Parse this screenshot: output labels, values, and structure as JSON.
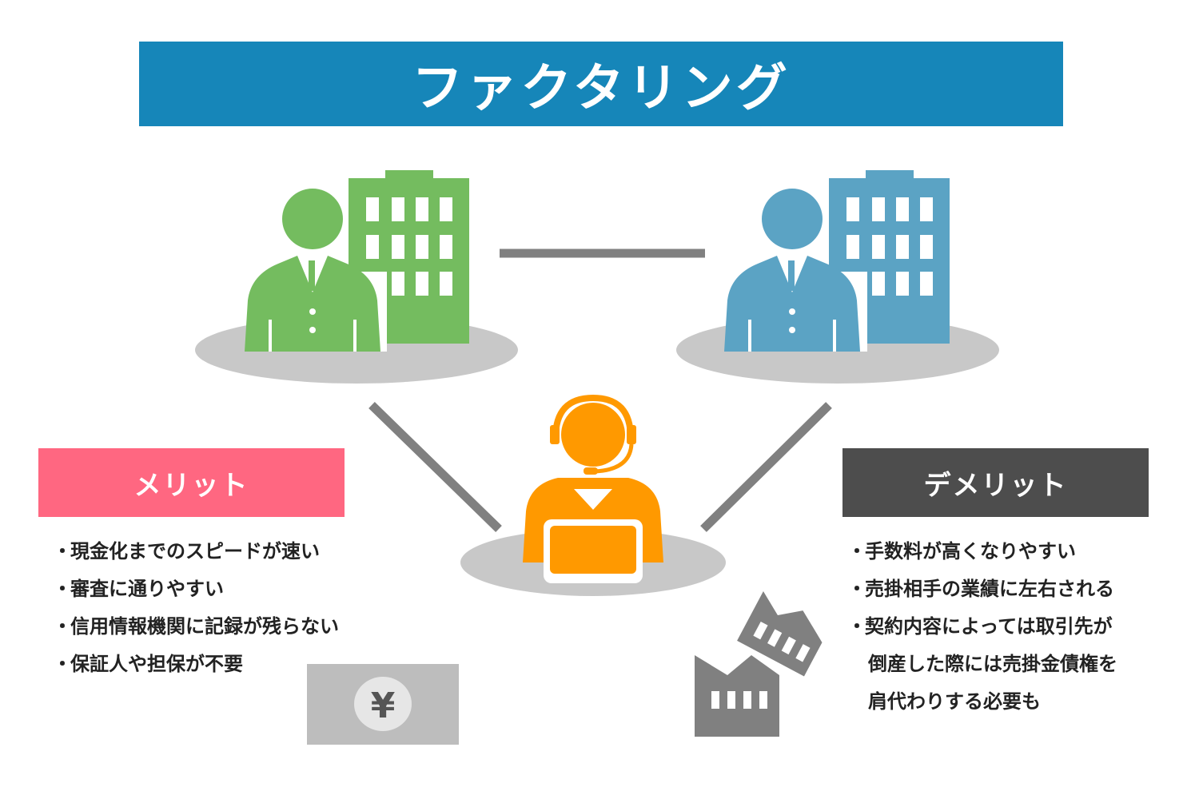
{
  "title": "ファクタリング",
  "merit": {
    "header": "メリット",
    "items": [
      "現金化までのスピードが速い",
      "審査に通りやすい",
      "信用情報機関に記録が残らない",
      "保証人や担保が不要"
    ]
  },
  "demerit": {
    "header": "デメリット",
    "items": [
      "手数料が高くなりやすい",
      "売掛相手の業績に左右される",
      "契約内容によっては取引先が",
      "倒産した際には売掛金債権を",
      "肩代わりする必要も"
    ]
  },
  "currency_symbol": "¥",
  "bullet": "・",
  "icons": {
    "left_company": "businessperson-building-icon",
    "right_company": "businessperson-building-icon",
    "operator": "headset-operator-laptop-icon",
    "banknote": "yen-banknote-icon",
    "bankruptcy": "collapsing-factory-icon"
  },
  "colors": {
    "title_bg": "#1686b9",
    "left_company": "#74bc5f",
    "right_company": "#5ba3c4",
    "operator": "#ff9900",
    "merit_header": "#ff6781",
    "demerit_header": "#4d4d4d",
    "connector": "#808080",
    "shadow": "#c8c8c8"
  }
}
